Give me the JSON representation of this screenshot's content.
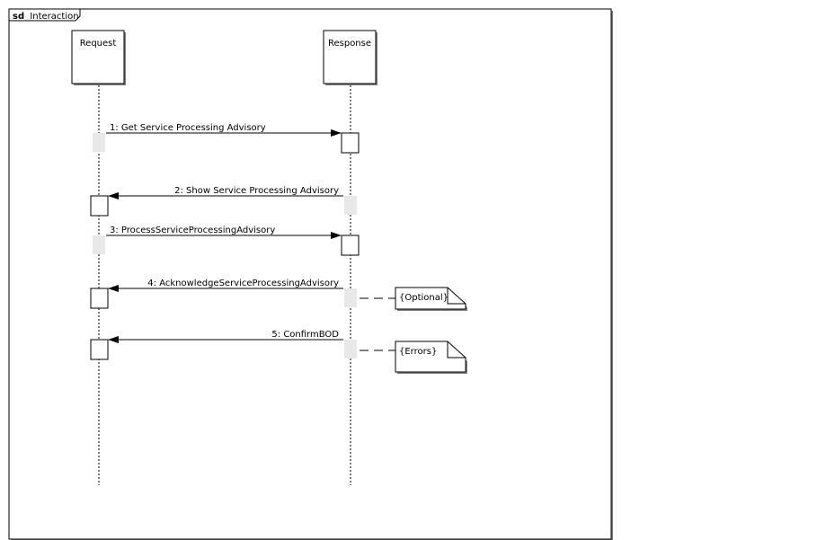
{
  "frame": {
    "keyword": "sd",
    "name": "Interaction"
  },
  "lifelines": [
    {
      "name": "Request"
    },
    {
      "name": "Response"
    }
  ],
  "messages": [
    {
      "label": "1: Get Service Processing Advisory"
    },
    {
      "label": "2: Show Service Processing Advisory"
    },
    {
      "label": "3: ProcessServiceProcessingAdvisory"
    },
    {
      "label": "4: AcknowledgeServiceProcessingAdvisory"
    },
    {
      "label": "5: ConfirmBOD"
    }
  ],
  "notes": [
    {
      "text": "{Optional}"
    },
    {
      "text": "{Errors}"
    }
  ],
  "colors": {
    "line": "#000000",
    "shadow": "#7f7f7f",
    "ghost_activation": "#e8e8e8",
    "background": "#ffffff"
  }
}
